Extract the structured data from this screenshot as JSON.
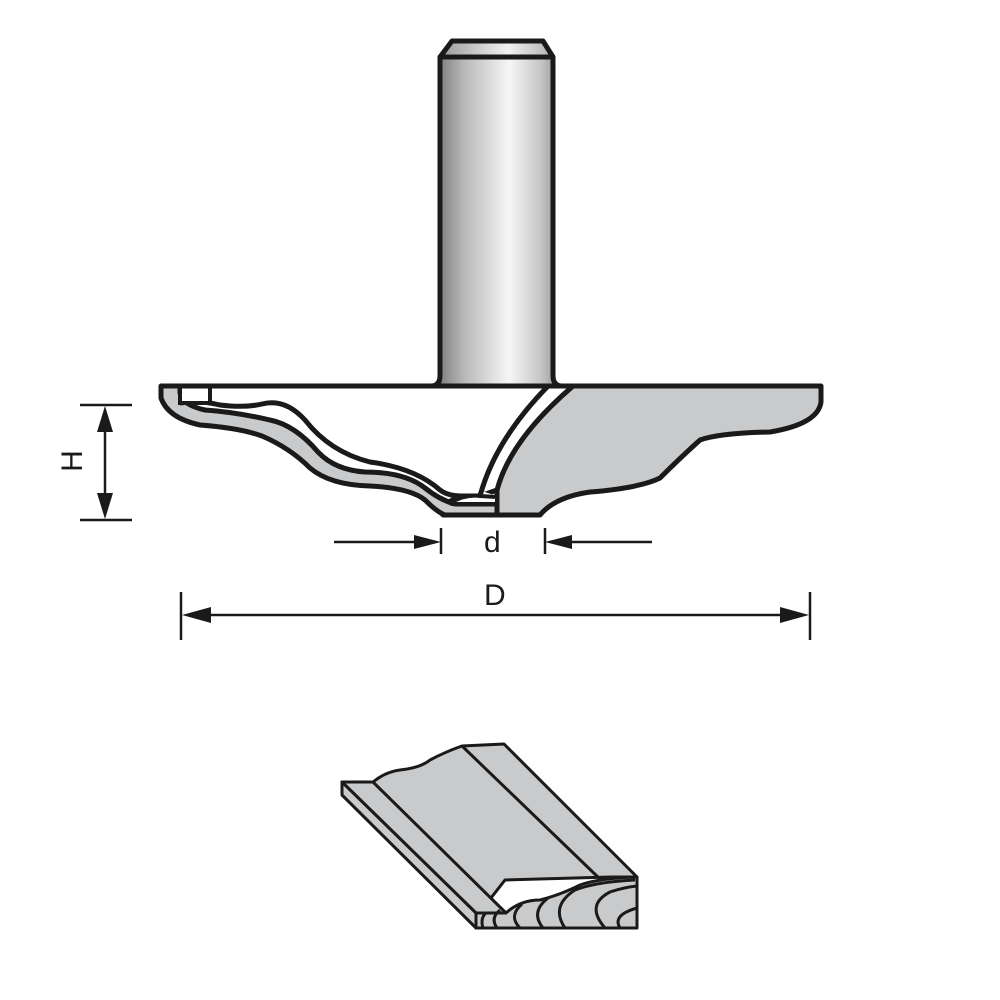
{
  "diagram": {
    "title": "Router bit profile drawing with dimensions and resulting molding",
    "colors": {
      "outline": "#1a1a1a",
      "body_fill": "#c9cacb",
      "carbide_fill": "#c9cacb",
      "background": "#ffffff",
      "shank_dark": "#6e6e6e",
      "shank_light": "#f4f4f4"
    },
    "dimensions": {
      "overall_diameter": {
        "label": "D"
      },
      "bearing_diameter": {
        "label": "d"
      },
      "cutting_height": {
        "label": "H"
      }
    },
    "parts": [
      {
        "name": "shank"
      },
      {
        "name": "cutter body"
      },
      {
        "name": "carbide cutting edge"
      },
      {
        "name": "profiled molding workpiece"
      }
    ]
  }
}
